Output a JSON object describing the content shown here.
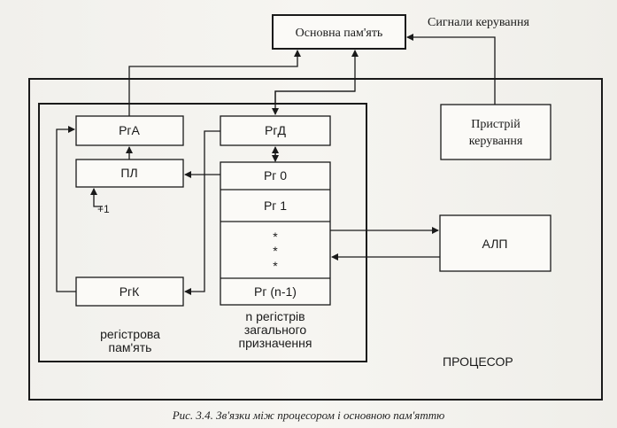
{
  "diagram": {
    "main_memory": "Основна пам'ять",
    "control_signals": "Сигнали керування",
    "control_unit": [
      "Пристрій",
      "керування"
    ],
    "reg_a": "РгА",
    "reg_d": "РгД",
    "pc": "ПЛ",
    "plus_one": "+1",
    "reg_k": "РгК",
    "reg_0": "Рг 0",
    "reg_1": "Рг 1",
    "reg_ellipsis": "*",
    "reg_n1": "Рг (n-1)",
    "register_memory": [
      "регістрова",
      "пам'ять"
    ],
    "general_registers": [
      "n регістрів",
      "загального",
      "призначення"
    ],
    "alu": "АЛП",
    "processor": "ПРОЦЕСОР"
  },
  "caption": "Рис. 3.4. Зв'язки між процесором і основною пам'яттю"
}
